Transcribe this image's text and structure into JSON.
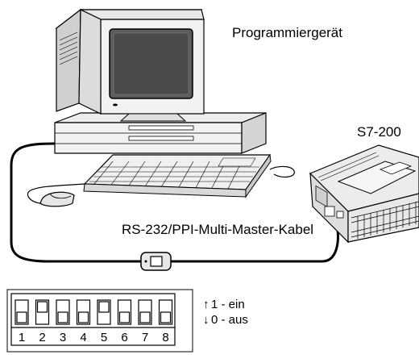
{
  "labels": {
    "programmer": "Programmiergerät",
    "plc": "S7-200",
    "cable": "RS-232/PPI-Multi-Master-Kabel"
  },
  "dip_switch": {
    "numbers": [
      "1",
      "2",
      "3",
      "4",
      "5",
      "6",
      "7",
      "8"
    ],
    "states": [
      0,
      1,
      0,
      0,
      1,
      0,
      0,
      0
    ]
  },
  "legend": {
    "on_arrow": "↑",
    "on_text": "1 - ein",
    "off_arrow": "↓",
    "off_text": "0 - aus"
  }
}
